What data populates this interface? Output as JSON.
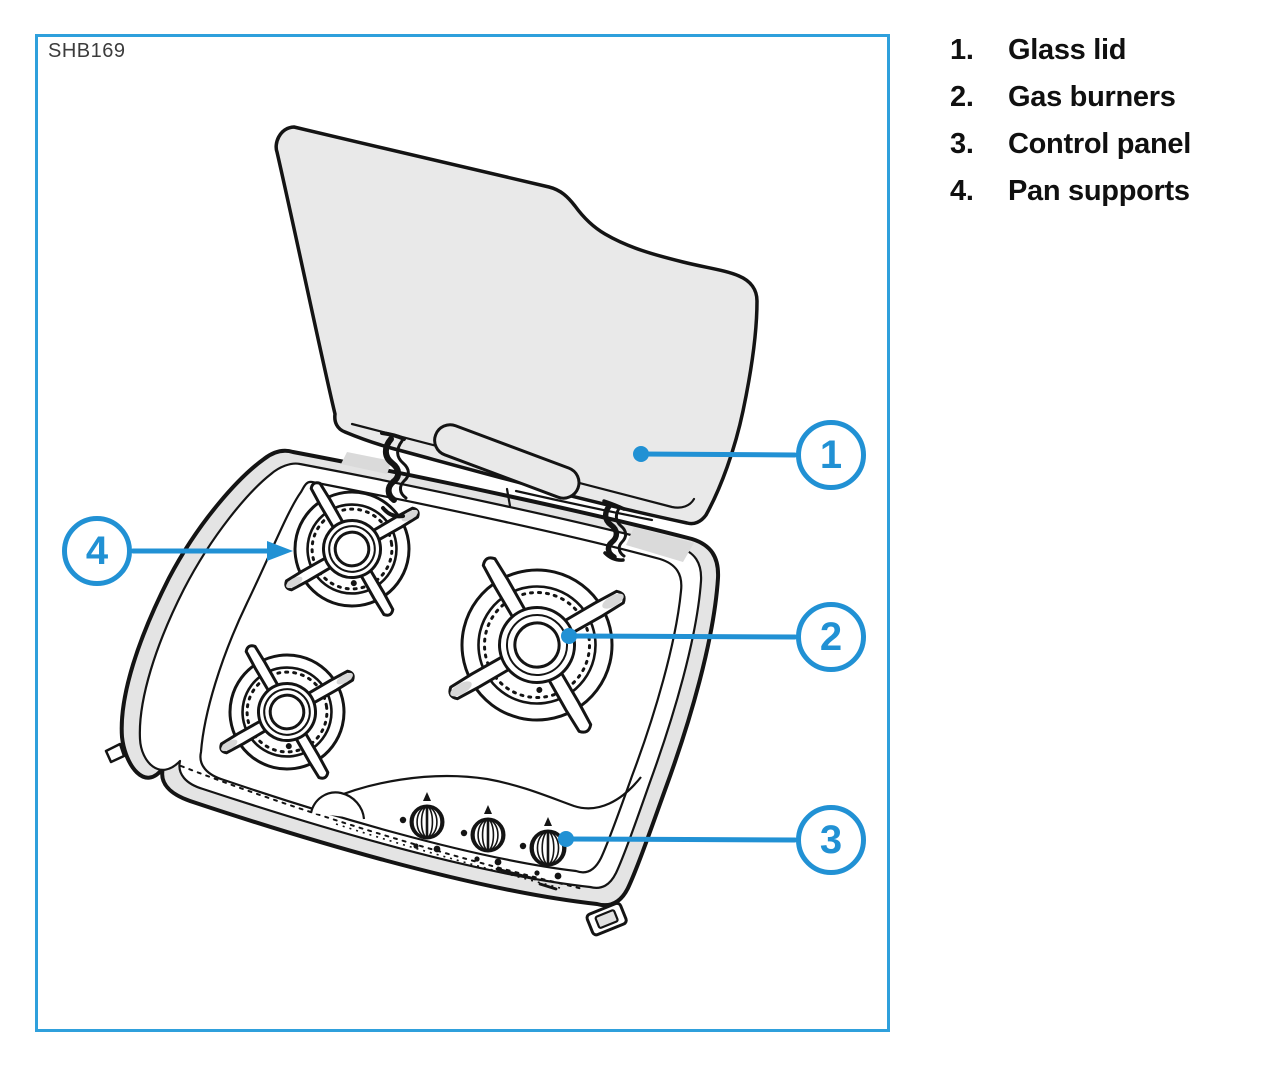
{
  "figure": {
    "code": "SHB169"
  },
  "legend": {
    "items": [
      {
        "num": "1.",
        "label": "Glass lid"
      },
      {
        "num": "2.",
        "label": "Gas burners"
      },
      {
        "num": "3.",
        "label": "Control panel"
      },
      {
        "num": "4.",
        "label": "Pan supports"
      }
    ]
  },
  "callouts": [
    {
      "n": "1"
    },
    {
      "n": "2"
    },
    {
      "n": "3"
    },
    {
      "n": "4"
    }
  ],
  "colors": {
    "accent": "#2191D4",
    "frame_border": "#2FA0DC",
    "line_art": "#141414",
    "lid_fill": "#E9E9E9",
    "rim_fill": "#E4E4E4",
    "text": "#101010"
  }
}
